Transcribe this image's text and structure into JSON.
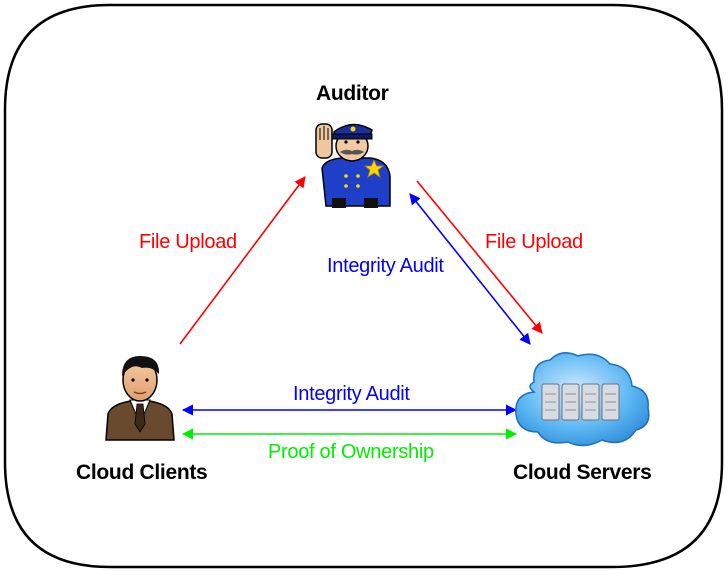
{
  "nodes": {
    "auditor": {
      "label": "Auditor",
      "icon": "police-officer-icon"
    },
    "clients": {
      "label": "Cloud Clients",
      "icon": "businessman-icon"
    },
    "servers": {
      "label": "Cloud Servers",
      "icon": "cloud-servers-icon"
    }
  },
  "edges": {
    "client_to_auditor_upload": {
      "label": "File Upload",
      "color": "#ff0000"
    },
    "auditor_to_server_upload": {
      "label": "File Upload",
      "color": "#ff0000"
    },
    "auditor_server_audit": {
      "label": "Integrity Audit",
      "color": "#0000ff"
    },
    "client_server_audit": {
      "label": "Integrity Audit",
      "color": "#0000ff"
    },
    "client_server_ownership": {
      "label": "Proof of Ownership",
      "color": "#00ee00"
    }
  }
}
